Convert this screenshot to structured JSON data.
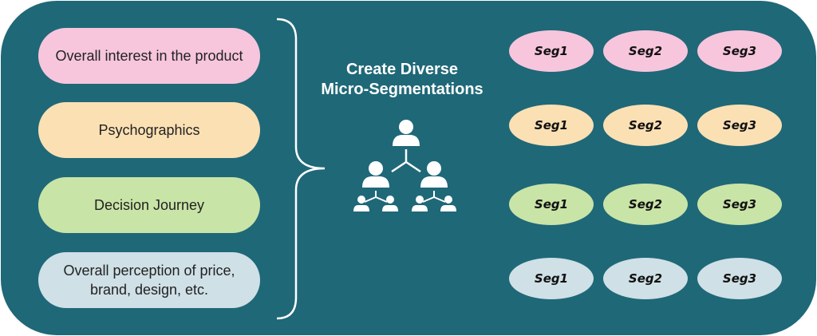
{
  "categories": [
    "Overall interest in the product",
    "Psychographics",
    "Decision Journey",
    "Overall perception of price, brand, design, etc."
  ],
  "heading": [
    "Create Diverse",
    "Micro-Segmentations"
  ],
  "segment_labels": [
    "Seg1",
    "Seg2",
    "Seg3"
  ],
  "icon": "hierarchy-people-icon",
  "colors": {
    "background": "#1f6878",
    "row_colors": [
      "#f7c6dc",
      "#fbe0b4",
      "#c9e4a7",
      "#cfe0e6"
    ]
  }
}
